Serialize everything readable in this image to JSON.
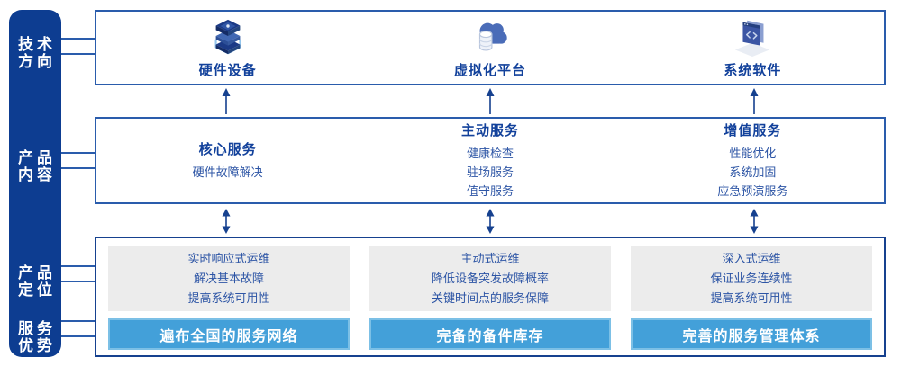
{
  "colors": {
    "sidebar_bg": "#0d3d91",
    "panel_border": "#2a5cac",
    "bottom_panel_border": "#16418f",
    "arrow": "#16418f",
    "heading_text": "#12419b",
    "body_text": "#2d55a5",
    "gray_panel_bg": "#ececec",
    "banner_bg": "#43a0d9",
    "banner_text": "#ffffff"
  },
  "sidebar": {
    "labels": [
      {
        "line1": "技术",
        "line2": "方向"
      },
      {
        "line1": "产品",
        "line2": "内容"
      },
      {
        "line1": "产品",
        "line2": "定位"
      },
      {
        "line1": "服务",
        "line2": "优势"
      }
    ]
  },
  "tech_row": {
    "items": [
      {
        "icon": "hardware-stack-icon",
        "label": "硬件设备"
      },
      {
        "icon": "cloud-database-icon",
        "label": "虚拟化平台"
      },
      {
        "icon": "software-window-icon",
        "label": "系统软件"
      }
    ]
  },
  "content_row": {
    "columns": [
      {
        "title": "核心服务",
        "items": [
          "硬件故障解决"
        ]
      },
      {
        "title": "主动服务",
        "items": [
          "健康检查",
          "驻场服务",
          "值守服务"
        ]
      },
      {
        "title": "增值服务",
        "items": [
          "性能优化",
          "系统加固",
          "应急预演服务"
        ]
      }
    ]
  },
  "bottom_row": {
    "columns": [
      {
        "lines": [
          "实时响应式运维",
          "解决基本故障",
          "提高系统可用性"
        ],
        "banner": "遍布全国的服务网络"
      },
      {
        "lines": [
          "主动式运维",
          "降低设备突发故障概率",
          "关键时间点的服务保障"
        ],
        "banner": "完备的备件库存"
      },
      {
        "lines": [
          "深入式运维",
          "保证业务连续性",
          "提高系统可用性"
        ],
        "banner": "完善的服务管理体系"
      }
    ]
  }
}
